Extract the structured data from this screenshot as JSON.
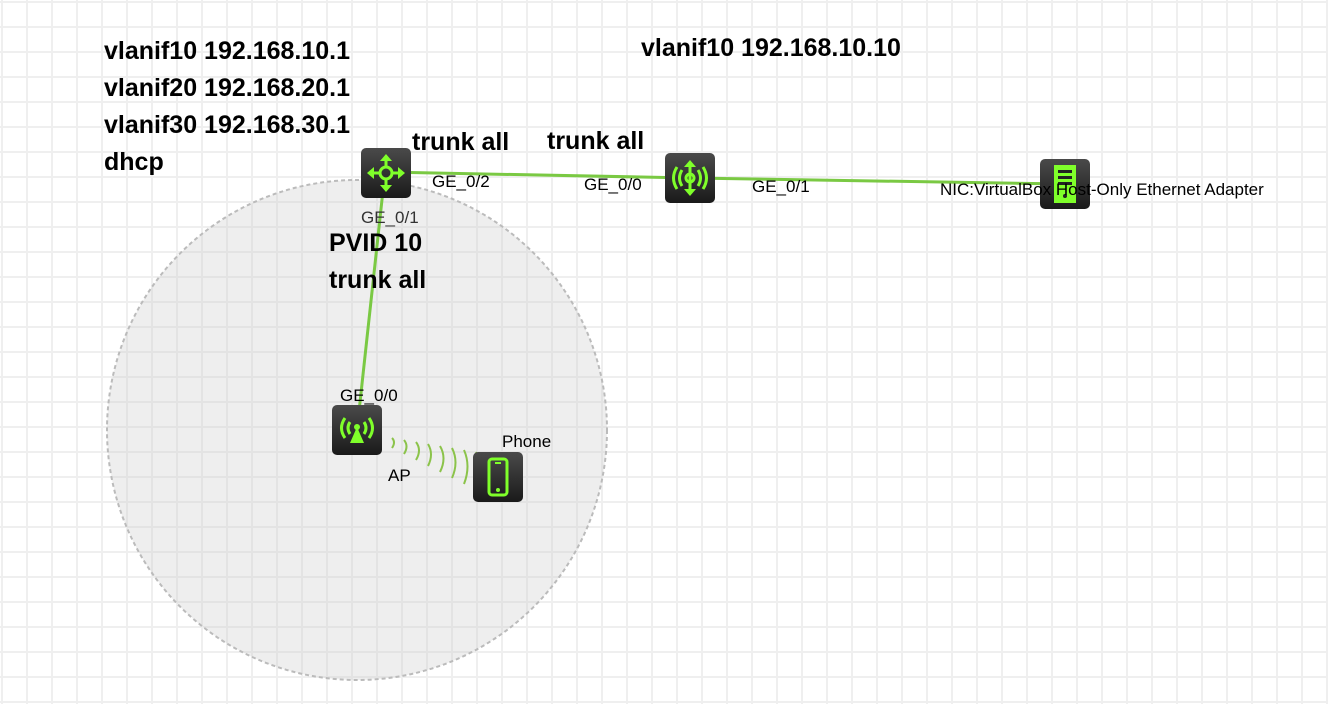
{
  "annotations": {
    "core_config": [
      "vlanif10 192.168.10.1",
      "vlanif20 192.168.20.1",
      "vlanif30 192.168.30.1",
      "dhcp"
    ],
    "sw_config": "vlanif10 192.168.10.10",
    "core_trunk": "trunk all",
    "sw_trunk": "trunk all",
    "pvid": "PVID 10",
    "pvid_trunk": "trunk all"
  },
  "ports": {
    "core_ge02": "GE_0/2",
    "core_ge01": "GE_0/1",
    "sw_ge00": "GE_0/0",
    "sw_ge01": "GE_0/1",
    "ap_ge00": "GE_0/0"
  },
  "devices": {
    "ap": "AP",
    "phone": "Phone",
    "cloud": "NIC:VirtualBox Host-Only Ethernet Adapter"
  },
  "colors": {
    "link": "#7ac943",
    "icon": "#7fff2a"
  }
}
